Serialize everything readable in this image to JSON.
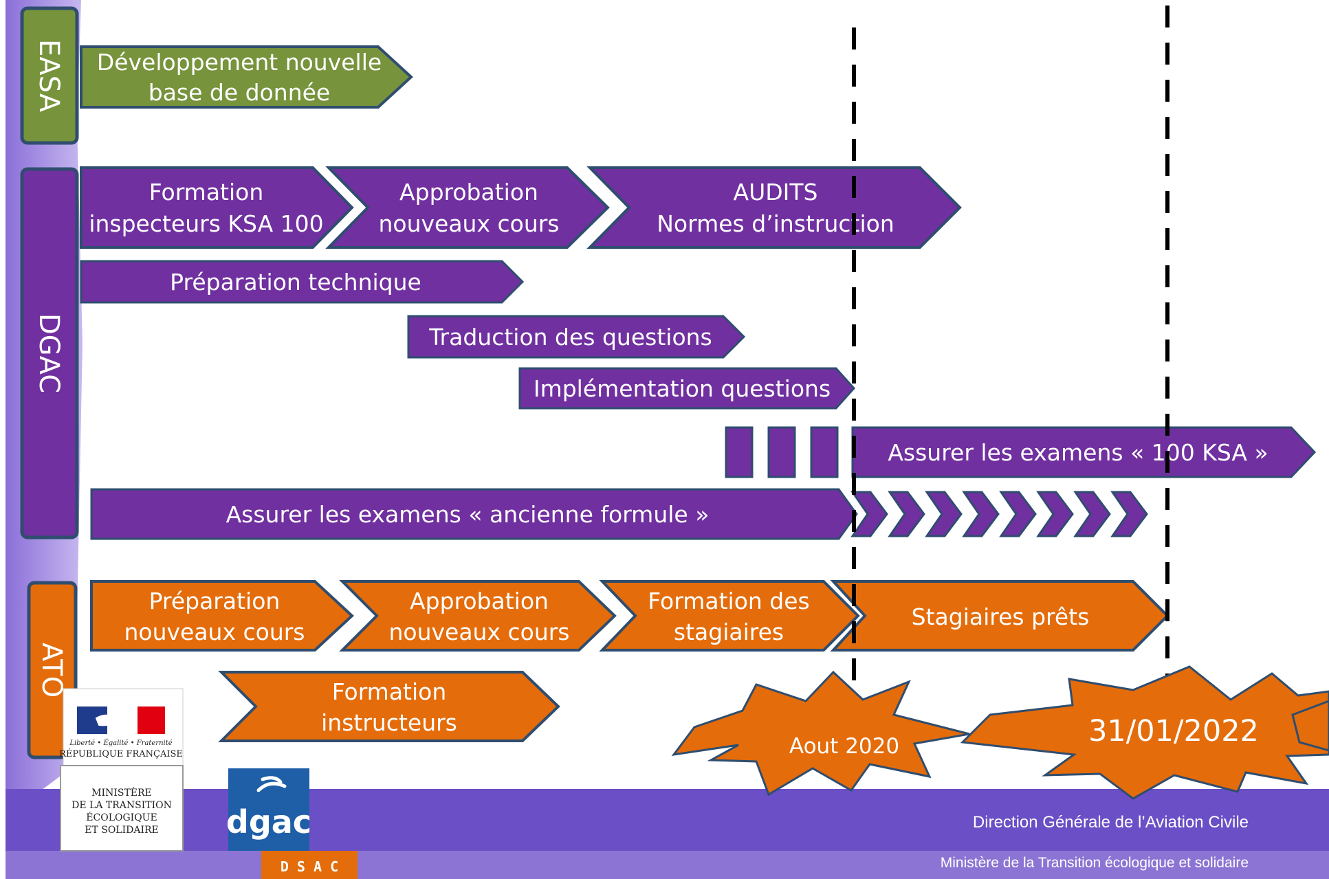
{
  "lanes": {
    "easa": "EASA",
    "dgac": "DGAC",
    "ato": "ATO"
  },
  "tasks": {
    "easa_db": [
      "Développement nouvelle",
      "base de donnée"
    ],
    "formation_inspecteurs": [
      "Formation",
      "inspecteurs KSA 100"
    ],
    "approbation_dgac": [
      "Approbation",
      "nouveaux cours"
    ],
    "audits": [
      "AUDITS",
      "Normes d’instruction"
    ],
    "preparation_technique": "Préparation technique",
    "traduction": "Traduction des questions",
    "implementation": "Implémentation questions",
    "examens_100ksa": "Assurer les examens  « 100 KSA »",
    "examens_ancienne": "Assurer les examens  « ancienne formule »",
    "preparation_cours": [
      "Préparation",
      "nouveaux cours"
    ],
    "approbation_ato": [
      "Approbation",
      "nouveaux cours"
    ],
    "formation_stagiaires": [
      "Formation des",
      "stagiaires"
    ],
    "stagiaires_prets": "Stagiaires prêts",
    "formation_instructeurs": [
      "Formation",
      "instructeurs"
    ]
  },
  "milestones": {
    "aout2020": "Aout 2020",
    "date2022": "31/01/2022"
  },
  "logos": {
    "republique_motto": "Liberté • Égalité • Fraternité",
    "republique": "RÉPUBLIQUE FRANÇAISE",
    "ministere": [
      "MINISTÈRE",
      "DE LA TRANSITION",
      "ÉCOLOGIQUE",
      "ET SOLIDAIRE"
    ],
    "dgac": "dgac",
    "dsac": "D S A C"
  },
  "footer": {
    "line1": "Direction Générale de l’Aviation Civile",
    "line2": "Ministère de la Transition écologique et solidaire"
  },
  "colors": {
    "purple": "#7030a0",
    "orange": "#e46c0a",
    "green": "#77933c",
    "border": "#2f4d6f",
    "footer_dark": "#6a4fc6",
    "footer_light": "#8c74d4"
  }
}
